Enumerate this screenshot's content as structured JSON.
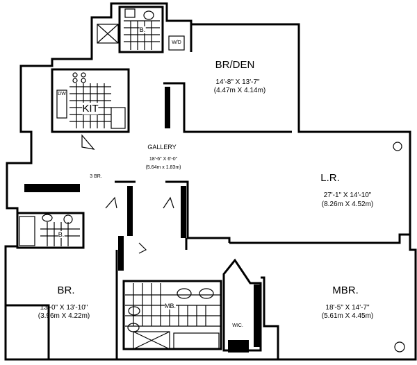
{
  "rooms": {
    "br_den": {
      "name": "BR/DEN",
      "dim_imperial": "14'-8\" X 13'-7\"",
      "dim_metric": "(4.47m X 4.14m)"
    },
    "gallery": {
      "name": "GALLERY",
      "dim_imperial": "18'-6\" X 6'-0\"",
      "dim_metric": "(5.64m x 1.83m)"
    },
    "lr": {
      "name": "L.R.",
      "dim_imperial": "27'-1\" X 14'-10\"",
      "dim_metric": "(8.26m X 4.52m)"
    },
    "br": {
      "name": "BR.",
      "dim_imperial": "13'-0\" X 13'-10\"",
      "dim_metric": "(3.96m X 4.22m)"
    },
    "mbr": {
      "name": "MBR.",
      "dim_imperial": "18'-5\" X 14'-7\"",
      "dim_metric": "(5.61m X 4.45m)"
    },
    "kit": {
      "name": "KIT"
    },
    "bath_top": {
      "name": "B."
    },
    "bath_left": {
      "name": "B."
    },
    "master_bath": {
      "name": "MB."
    },
    "wic": {
      "name": "WIC."
    },
    "wd": {
      "name": "W/D"
    },
    "dw": {
      "name": "DW"
    },
    "three_br": {
      "name": "3 BR."
    }
  }
}
